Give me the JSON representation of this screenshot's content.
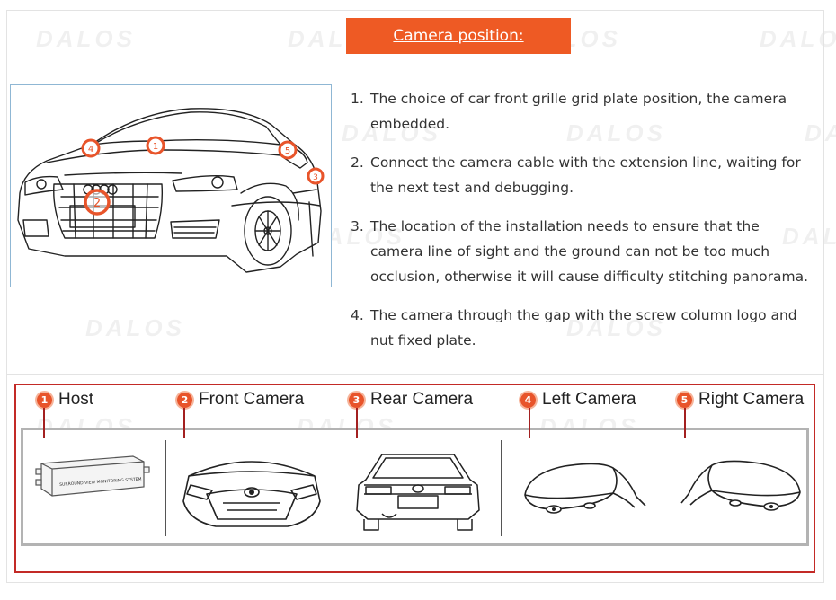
{
  "watermark": "DALOS",
  "title": "Camera position:",
  "steps": [
    {
      "num": "1.",
      "text": "The choice of car front grille grid plate position, the camera embedded."
    },
    {
      "num": "2.",
      "text": "Connect the camera cable with the extension line, waiting for the next test and debugging."
    },
    {
      "num": "3.",
      "text": "The location of the installation needs to ensure that the camera line of sight and the ground can not be too much occlusion, otherwise it will cause difficulty stitching panorama."
    },
    {
      "num": "4.",
      "text": "The camera through the gap with the screw column logo and nut fixed plate."
    }
  ],
  "car_markers": [
    "4",
    "1",
    "5",
    "2",
    "3"
  ],
  "components": [
    {
      "num": "1",
      "label": "Host"
    },
    {
      "num": "2",
      "label": "Front Camera"
    },
    {
      "num": "3",
      "label": "Rear Camera"
    },
    {
      "num": "4",
      "label": "Left Camera"
    },
    {
      "num": "5",
      "label": "Right Camera"
    }
  ],
  "host_box_text": "SURROUND VIEW MONITORING SYSTEM",
  "colors": {
    "accent": "#ee5a24",
    "frame": "#c32a26",
    "car_box_border": "#8fb7d4"
  }
}
